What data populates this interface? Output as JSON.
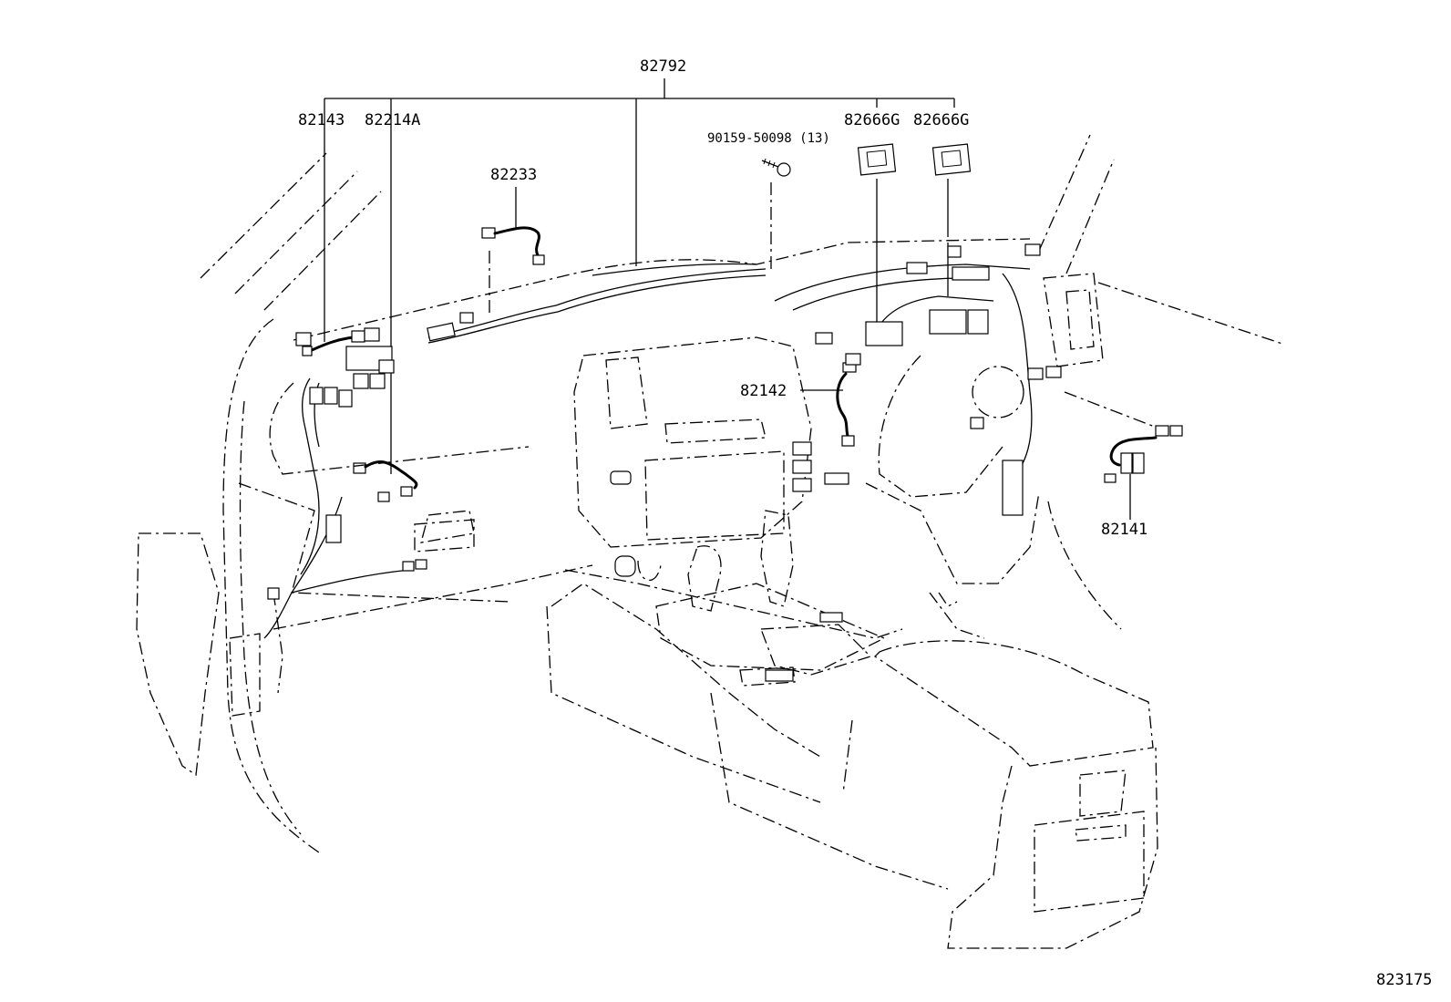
{
  "diagram": {
    "labels": {
      "harness_main": "82792",
      "harness_a": "82143",
      "harness_b": "82214A",
      "harness_c": "82233",
      "bolt": "90159-50098 (13)",
      "clamp_1": "82666G",
      "clamp_2": "82666G",
      "harness_d": "82142",
      "harness_e": "82141"
    },
    "figure_code": "823175"
  }
}
